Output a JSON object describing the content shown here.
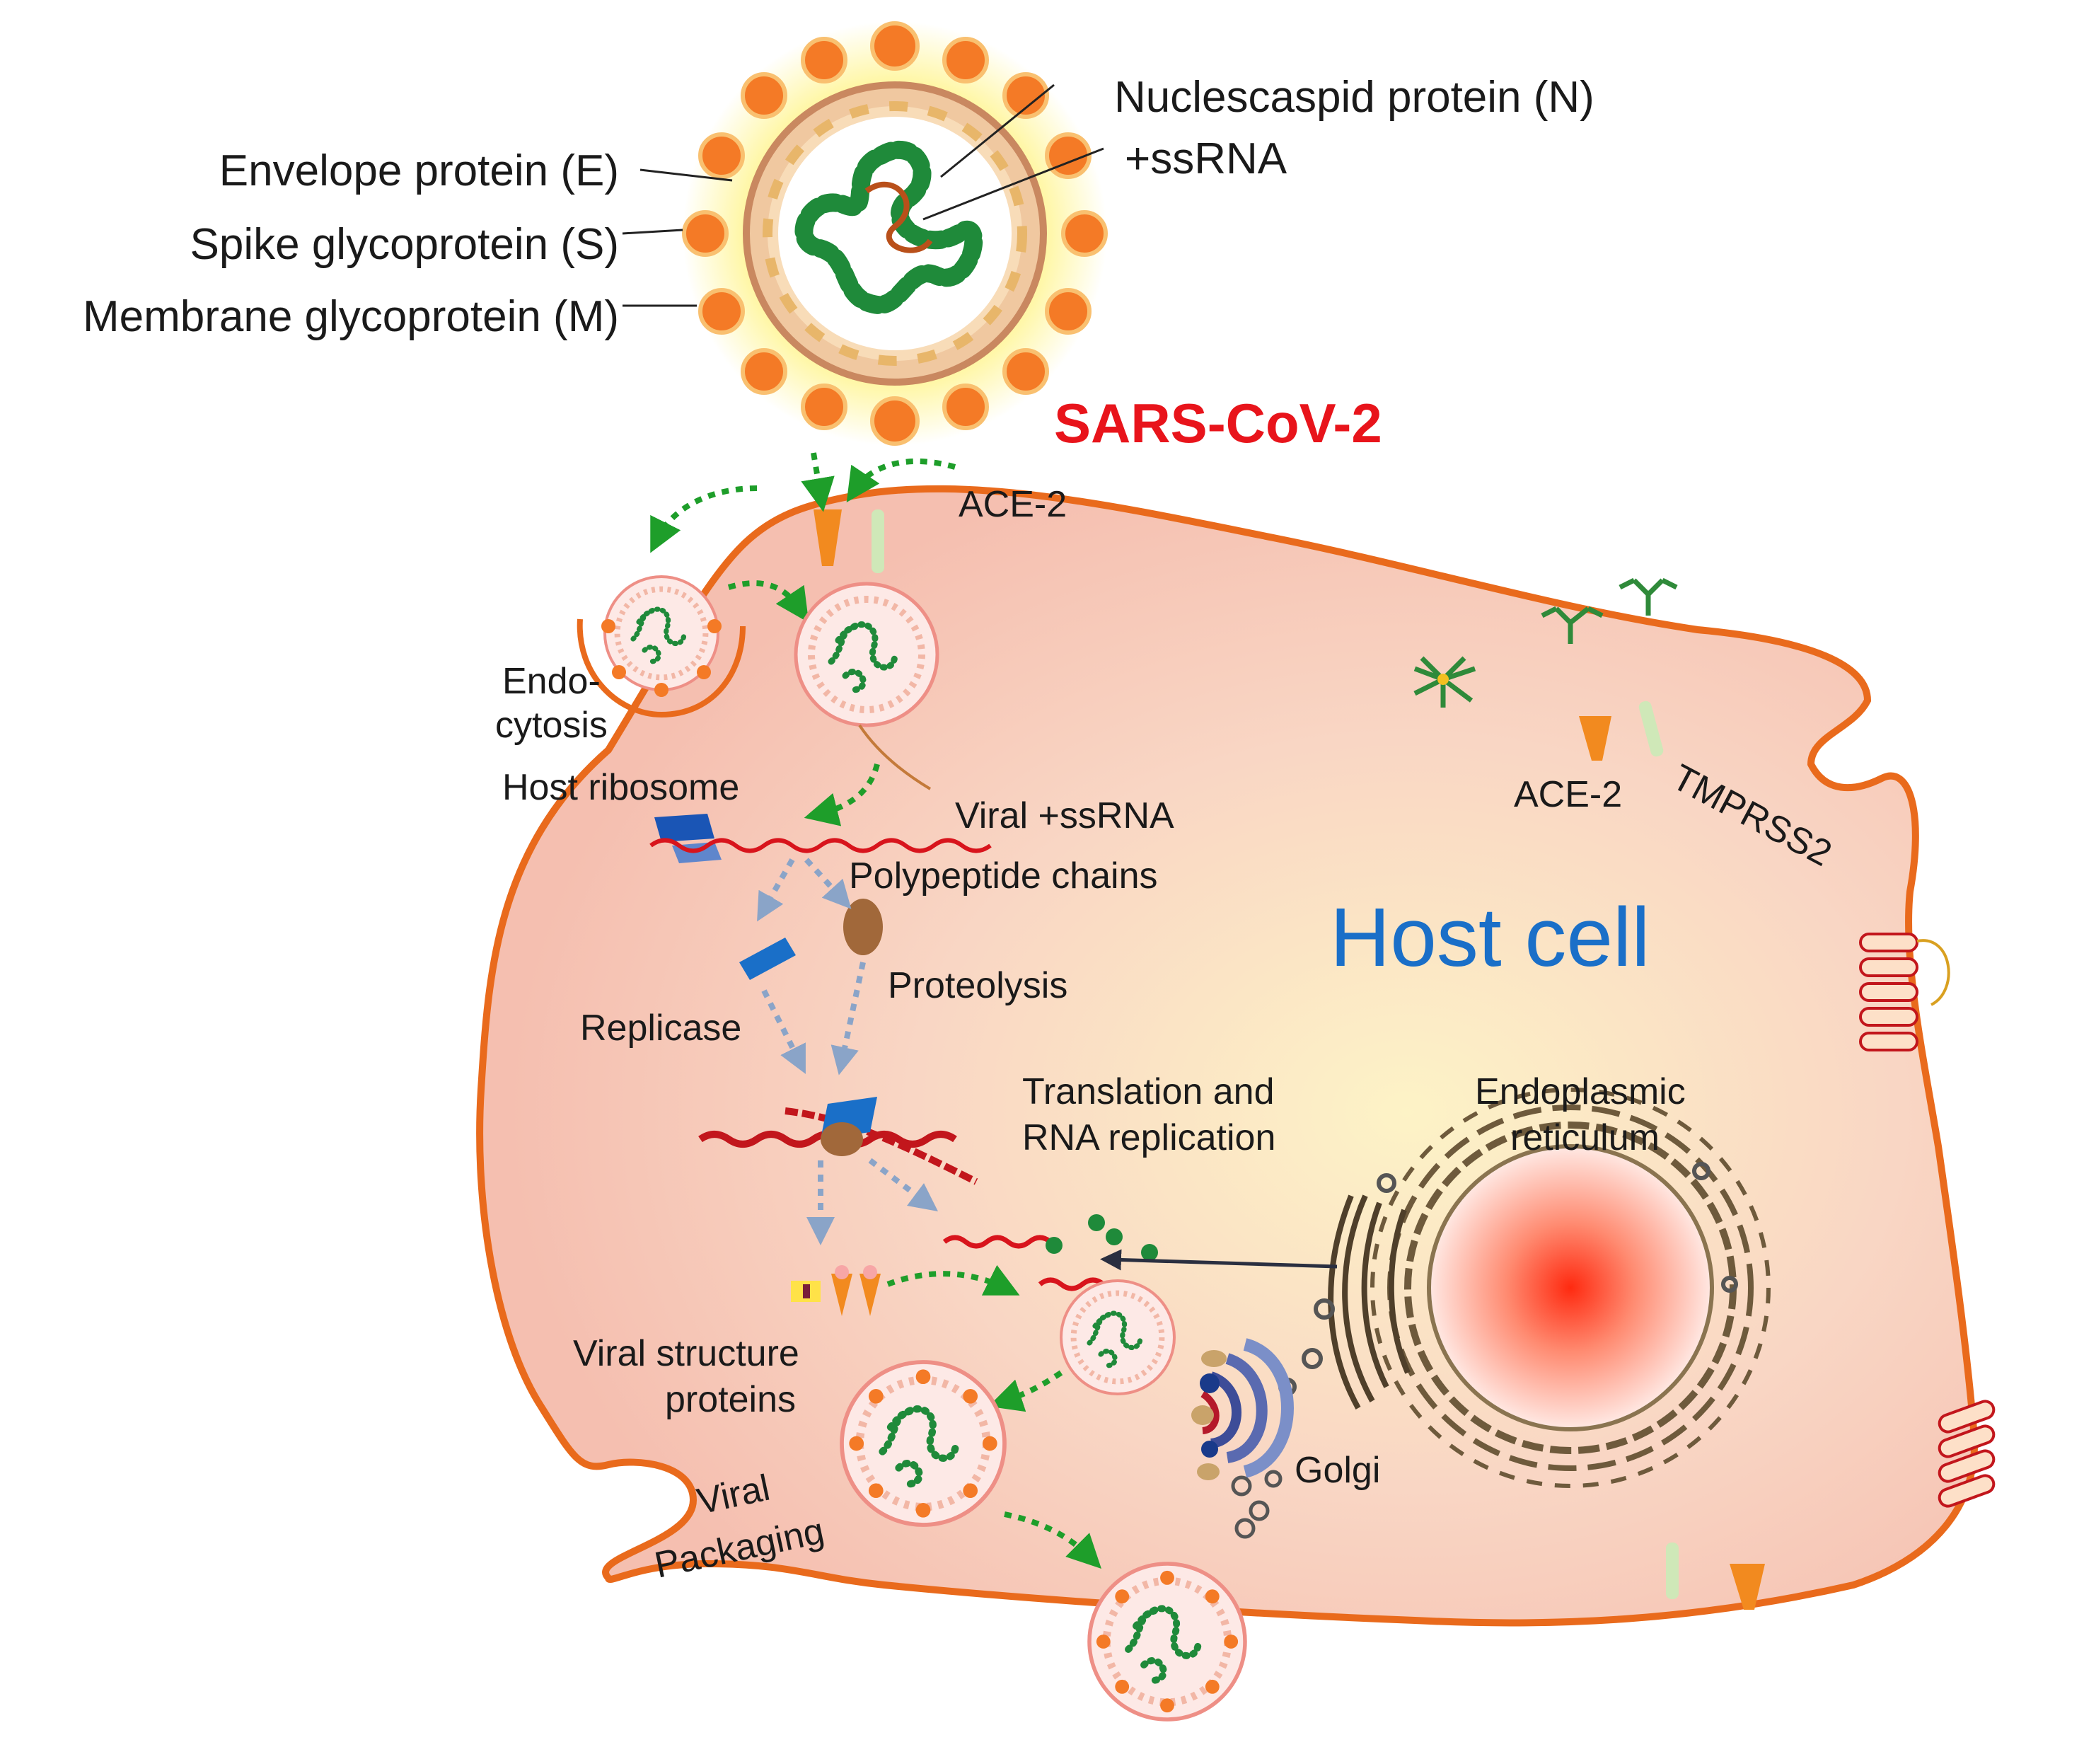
{
  "title": "SARS-CoV-2",
  "virus_labels": {
    "envelope": "Envelope protein (E)",
    "spike": "Spike glycoprotein (S)",
    "membrane": "Membrane glycoprotein (M)",
    "nucleocapsid": "Nuclescaspid protein (N)",
    "ssrna": "+ssRNA"
  },
  "cell": {
    "title": "Host cell",
    "ace2_top": "ACE-2",
    "ace2_right": "ACE-2",
    "tmprss2": "TMPRSS2",
    "endocytosis_1": "Endo-",
    "endocytosis_2": "cytosis",
    "host_ribosome": "Host ribosome",
    "viral_ssrna": "Viral +ssRNA",
    "polypeptide": "Polypeptide chains",
    "proteolysis": "Proteolysis",
    "replicase": "Replicase",
    "translation_1": "Translation and",
    "translation_2": "RNA replication",
    "er_1": "Endoplasmic",
    "er_2": "reticulum",
    "golgi": "Golgi",
    "vsp_1": "Viral structure",
    "vsp_2": "proteins",
    "packaging_1": "Viral",
    "packaging_2": "Packaging"
  },
  "colors": {
    "title_red": "#e8141b",
    "host_blue": "#1a6fc8",
    "cell_fill": "#f6c1b4",
    "cell_stroke": "#e96a1c",
    "arrow_green": "#1e9e2a",
    "rna_red": "#d8141c",
    "nucleocapsid_green": "#1f8a3a"
  }
}
